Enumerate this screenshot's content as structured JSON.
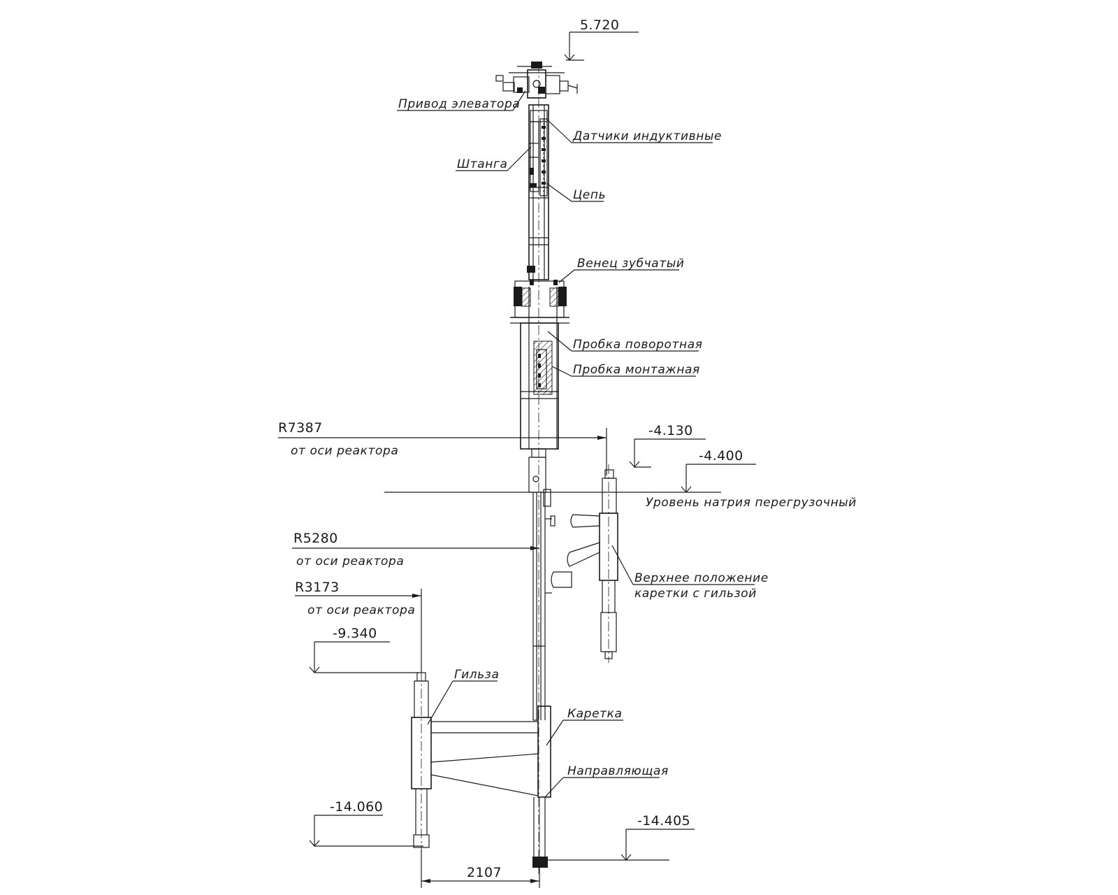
{
  "labels": {
    "elevator_drive": "Привод элеватора",
    "inductive_sensors": "Датчики индуктивные",
    "rod": "Штанга",
    "chain": "Цепь",
    "gear_rim": "Венец зубчатый",
    "rotary_plug": "Пробка поворотная",
    "mounting_plug": "Пробка монтажная",
    "sodium_level": "Уровень натрия перегрузочный",
    "upper_position_line1": "Верхнее положение",
    "upper_position_line2": "каретки с гильзой",
    "sleeve": "Гильза",
    "carriage": "Каретка",
    "guide": "Направляющая"
  },
  "elevations": {
    "top": "5.720",
    "e_4130": "-4.130",
    "e_4400": "-4.400",
    "e_9340": "-9.340",
    "e_14060": "-14.060",
    "e_14405": "-14.405"
  },
  "radii": {
    "r1_value": "R7387",
    "r1_note": "от оси реактора",
    "r2_value": "R5280",
    "r2_note": "от оси реактора",
    "r3_value": "R3173",
    "r3_note": "от оси реактора"
  },
  "dimensions": {
    "width": "2107"
  }
}
